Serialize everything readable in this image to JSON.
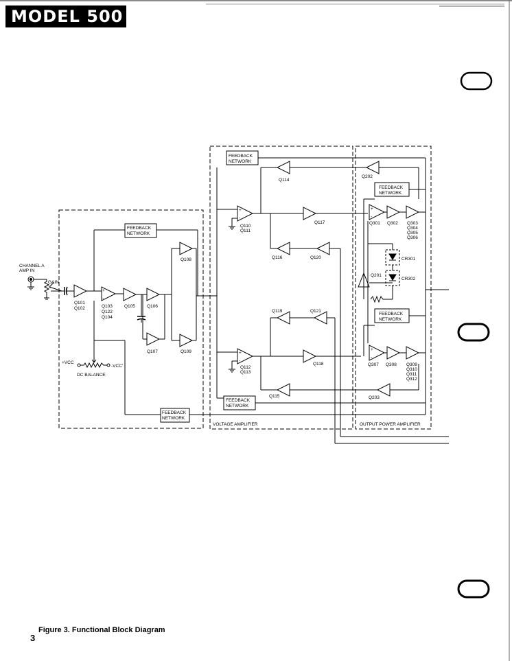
{
  "header": {
    "title": "MODEL 500"
  },
  "caption": "Figure 3.  Functional Block Diagram",
  "page_number": "3",
  "input": {
    "channel_line1": "CHANNEL A",
    "channel_line2": "AMP IN",
    "gain": "GAIN"
  },
  "dc_balance": {
    "label": "DC BALANCE",
    "vcc_pos": "+VCC",
    "vcc_neg": "-VCC'"
  },
  "sections": {
    "voltage_amplifier": "VOLTAGE AMPLIFIER",
    "output_power_amplifier": "OUTPUT POWER AMPLIFIER"
  },
  "feedback": {
    "line1": "FEEDBACK",
    "line2": "NETWORK"
  },
  "transistors": {
    "q101": [
      "Q101",
      "Q102"
    ],
    "q103": [
      "Q103",
      "Q122",
      "Q104"
    ],
    "q105": [
      "Q105"
    ],
    "q106": [
      "Q106"
    ],
    "q107": [
      "Q107"
    ],
    "q108": [
      "Q108"
    ],
    "q109": [
      "Q109"
    ],
    "q110": [
      "Q110",
      "Q111"
    ],
    "q112": [
      "Q112",
      "Q113"
    ],
    "q114": [
      "Q114"
    ],
    "q115": [
      "Q115"
    ],
    "q116": [
      "Q116"
    ],
    "q117": [
      "Q117"
    ],
    "q118": [
      "Q118"
    ],
    "q119": [
      "Q119"
    ],
    "q120": [
      "Q120"
    ],
    "q121": [
      "Q121"
    ],
    "q201": [
      "Q201"
    ],
    "q202": [
      "Q202"
    ],
    "q203": [
      "Q203"
    ],
    "q301": [
      "Q301"
    ],
    "q302": [
      "Q302"
    ],
    "q303": [
      "Q303",
      "Q304",
      "Q305",
      "Q306"
    ],
    "q307": [
      "Q307"
    ],
    "q308": [
      "Q308"
    ],
    "q309": [
      "Q309",
      "Q310",
      "Q311",
      "Q312"
    ]
  },
  "diodes": {
    "cr301": "CR301",
    "cr302": "CR302"
  }
}
